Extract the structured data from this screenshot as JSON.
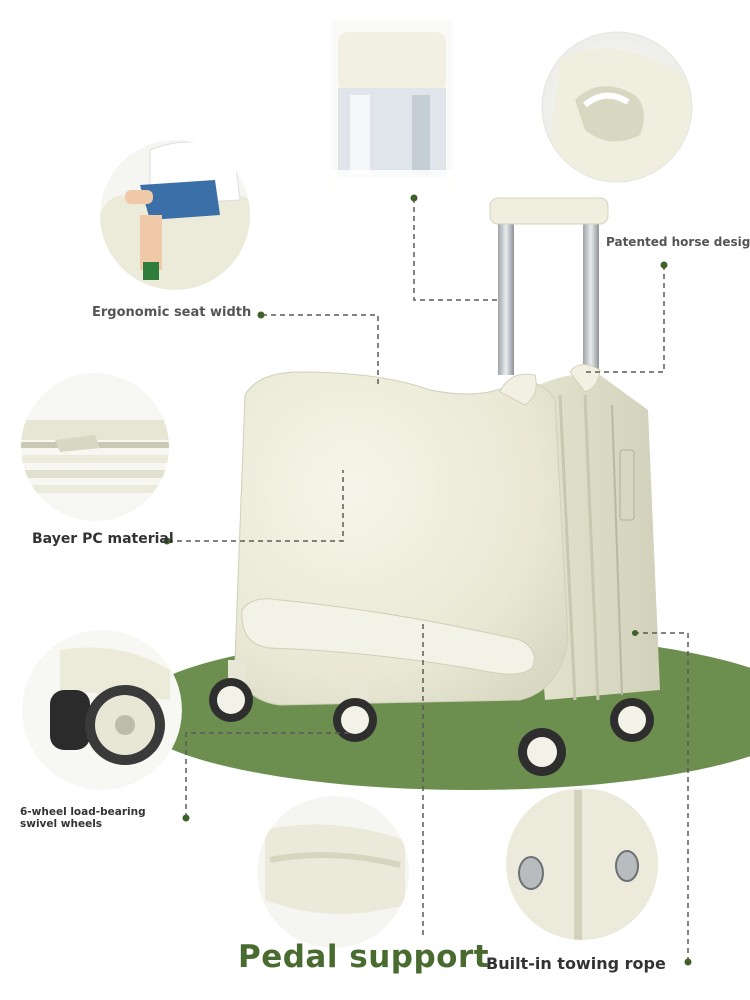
{
  "labels": {
    "ergonomic_seat": "Ergonomic seat width",
    "horse_design": "Patented horse design",
    "bayer_pc": "Bayer PC material",
    "wheels_line1": "6-wheel load-bearing",
    "wheels_line2": "swivel wheels",
    "pedal": "Pedal support",
    "towing_rope": "Built-in towing rope"
  },
  "colors": {
    "accent_green": "#4a6b30",
    "ground_green": "#6c8f4f",
    "suitcase_body": "#ecebd9",
    "leader_line": "#5a5a5a"
  },
  "icons": [
    "handle-closeup-image",
    "horse-ear-closeup-image",
    "child-sitting-image",
    "shell-detail-closeup-image",
    "wheel-closeup-image",
    "pedal-closeup-image",
    "tow-hook-closeup-image"
  ]
}
